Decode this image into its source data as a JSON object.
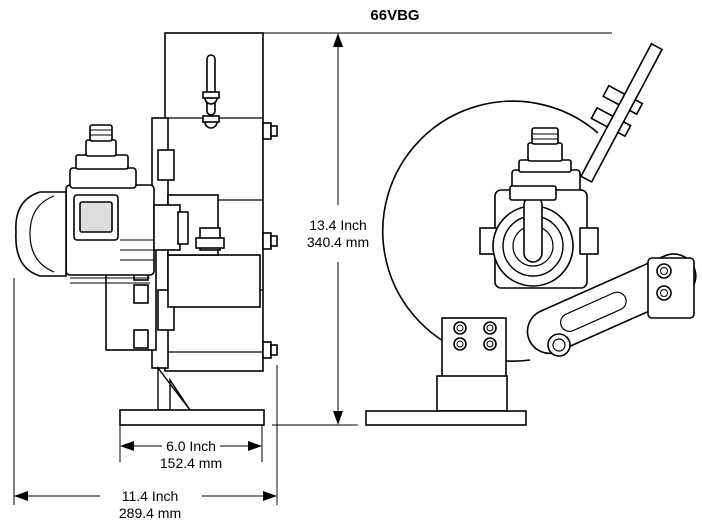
{
  "title": "66VBG",
  "dimensions": {
    "height": {
      "inch": "13.4 Inch",
      "mm": "340.4 mm"
    },
    "base_width": {
      "inch": "6.0 Inch",
      "mm": "152.4 mm"
    },
    "overall_width": {
      "inch": "11.4 Inch",
      "mm": "289.4 mm"
    }
  },
  "colors": {
    "line": "#000000",
    "background": "#ffffff",
    "shade": "#dddddd"
  }
}
